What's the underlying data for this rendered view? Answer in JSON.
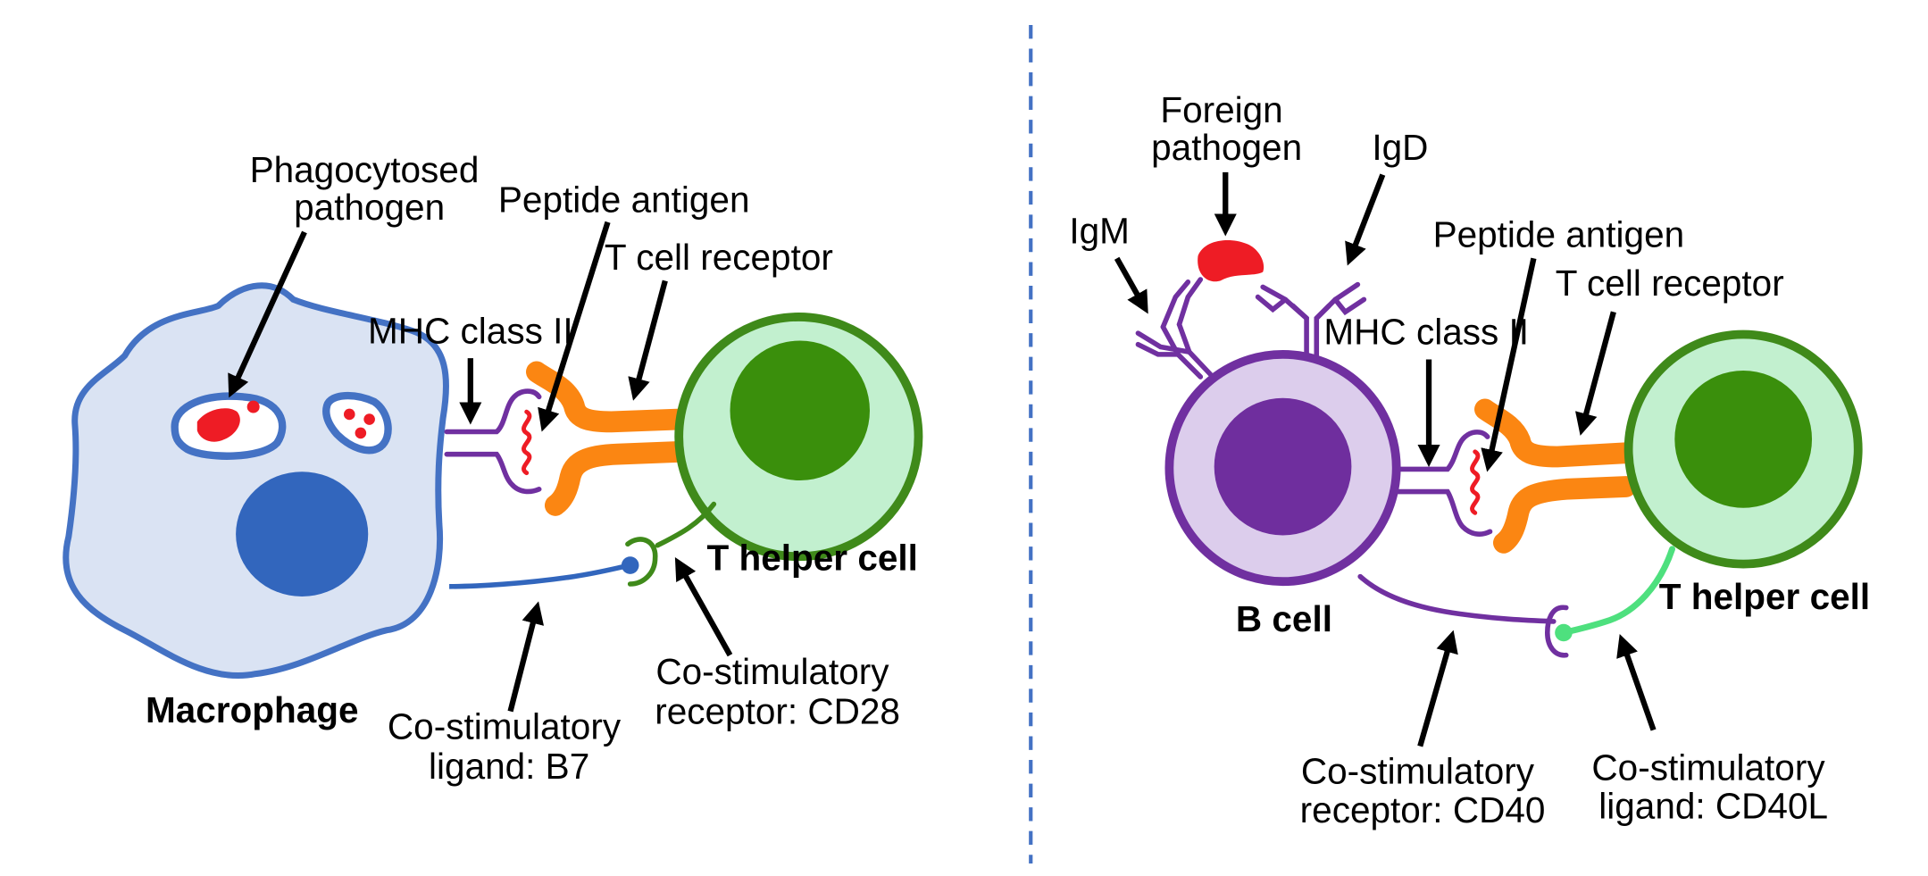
{
  "colors": {
    "macrophage_fill": "#dae3f3",
    "macrophage_outline": "#4472c4",
    "macrophage_nucleus": "#3266bd",
    "pathogen": "#ee1c25",
    "t_cell_outer": "#c2f0cf",
    "t_cell_outline": "#3f8a1a",
    "t_cell_nucleus": "#3a8f0c",
    "b_cell_outer": "#dccdec",
    "b_cell_outline": "#7030a0",
    "b_cell_nucleus": "#6f2e9e",
    "receptor": "#fb8612",
    "cd40l": "#4ee07e",
    "divider": "#4472c4"
  },
  "left_panel": {
    "macrophage": "Macrophage",
    "phagocytosed_pathogen": [
      "Phagocytosed",
      "pathogen"
    ],
    "peptide_antigen": "Peptide antigen",
    "t_cell_receptor": "T cell receptor",
    "mhc_class_ii": "MHC class II",
    "t_helper_cell": "T helper cell",
    "costim_receptor": [
      "Co-stimulatory",
      "receptor: CD28"
    ],
    "costim_ligand": [
      "Co-stimulatory",
      "ligand: B7"
    ]
  },
  "right_panel": {
    "foreign_pathogen": [
      "Foreign",
      "pathogen"
    ],
    "igd": "IgD",
    "igm": "IgM",
    "peptide_antigen": "Peptide antigen",
    "t_cell_receptor": "T cell receptor",
    "mhc_class_ii": "MHC class II",
    "b_cell": "B cell",
    "t_helper_cell": "T helper cell",
    "costim_receptor": [
      "Co-stimulatory",
      "receptor: CD40"
    ],
    "costim_ligand": [
      "Co-stimulatory",
      "ligand: CD40L"
    ]
  }
}
